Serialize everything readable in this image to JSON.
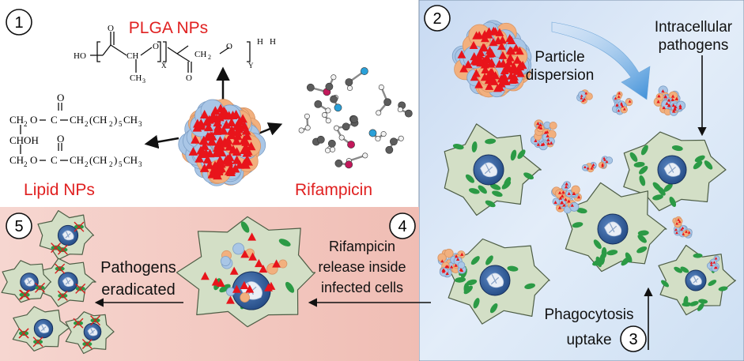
{
  "panels": {
    "p1": {
      "number": "1",
      "plga_title": "PLGA NPs",
      "lipid_title": "Lipid NPs",
      "drug_title": "Rifampicin"
    },
    "p2": {
      "number": "2",
      "dispersion_label": [
        "Particle",
        "dispersion"
      ],
      "pathogens_label": [
        "Intracellular",
        "pathogens"
      ]
    },
    "p3": {
      "number": "3",
      "label": [
        "Phagocytosis",
        "uptake"
      ]
    },
    "p4": {
      "number": "4",
      "label": [
        "Rifampicin",
        "release inside",
        "infected cells"
      ]
    },
    "p5": {
      "number": "5",
      "label": [
        "Pathogens",
        "eradicated"
      ]
    }
  },
  "plga_formula": {
    "ho": "HO",
    "ch": "CH",
    "ch3": "CH",
    "ch3_sub": "3",
    "o1": "O",
    "o2": "O",
    "ch2": "CH",
    "ch2_sub": "2",
    "o3": "O",
    "o4": "O",
    "x": "X",
    "y": "Y",
    "h1": "H",
    "h2": "H"
  },
  "lipid_formula": {
    "row1": "CH",
    "row1_sub": "2",
    "row1_mid": "O",
    "row1_tail": "C",
    "row1_chain": "CH",
    "row1_chain2": "CH",
    "row2": "CHOH",
    "row3": "CH",
    "row3_sub": "2",
    "row3_mid": "O",
    "row3_tail": "C",
    "row3_chain": "CH",
    "chain_a": "CH",
    "chain_b": "(CH",
    "chain_c": ")",
    "chain_d": "CH",
    "s2": "2",
    "s5": "5",
    "s3": "3",
    "o_top": "O",
    "o_bot": "O"
  },
  "colors": {
    "red_title": "#e02020",
    "particle_blue": "#a9c6e6",
    "particle_orange": "#f2b07e",
    "drug_red": "#e8141b",
    "cell_fill": "#d3dfc6",
    "nucleus": "#2e5a96",
    "green_bacteria": "#2b9a45",
    "panel_blue": "#d4e3f5",
    "panel_pink": "#f4c9c2"
  }
}
